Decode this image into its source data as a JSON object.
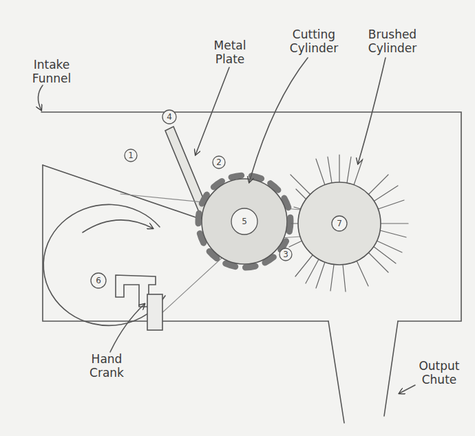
{
  "diagram": {
    "nodes": [
      {
        "text": [
          "4"
        ]
      },
      {
        "text": [
          "1"
        ]
      },
      {
        "text": [
          "2"
        ]
      },
      {
        "text": [
          "5"
        ]
      },
      {
        "text": [
          "7"
        ]
      },
      {
        "text": [
          "3"
        ]
      },
      {
        "text": [
          "6"
        ]
      }
    ],
    "labels": [
      "Intake Funnel",
      "Metal Plate",
      "Cutting Cylinder",
      "Brushed Cylinder",
      "Hand Crank",
      "Output Chute"
    ]
  }
}
